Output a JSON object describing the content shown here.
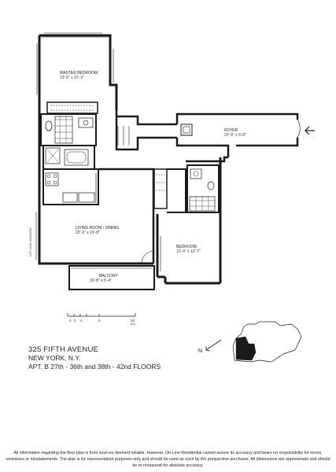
{
  "rooms": {
    "master_bedroom": {
      "name": "MASTER BEDROOM",
      "dim": "13'-5\" x 15'-3\""
    },
    "foyer": {
      "name": "FOYER",
      "dim": "22'-9\" x 5'-0\""
    },
    "living_dining": {
      "name": "LIVING ROOM / DINING",
      "dim": "22'-3\" x 19'-8\""
    },
    "bedroom": {
      "name": "BEDROOM",
      "dim": "12'-4\" x 12'-7\""
    },
    "balcony": {
      "name": "BALCONY",
      "dim": "19'-8\" x 5'-4\""
    }
  },
  "side_label": "LOT LINE WINDOW",
  "scale": {
    "ticks": [
      "0",
      "2",
      "4",
      "6",
      "",
      "10 FT."
    ]
  },
  "building": {
    "address": "325 FIFTH AVENUE",
    "city": "NEW YORK, N.Y.",
    "unit": "APT. B 27th - 36th and 38th - 42nd FLOORS"
  },
  "compass": {
    "label": "N"
  },
  "disclaimer": "All information regarding the floor plan is from sources deemed reliable. However, On-Line Residential cannot assure its accuracy and bears no responsibility for errors, omissions or misstatements. The plan is for representation purposes only and should be used as such by the prospective purchaser. All dimensions are approximate and should be re-measured for absolute accuracy."
}
